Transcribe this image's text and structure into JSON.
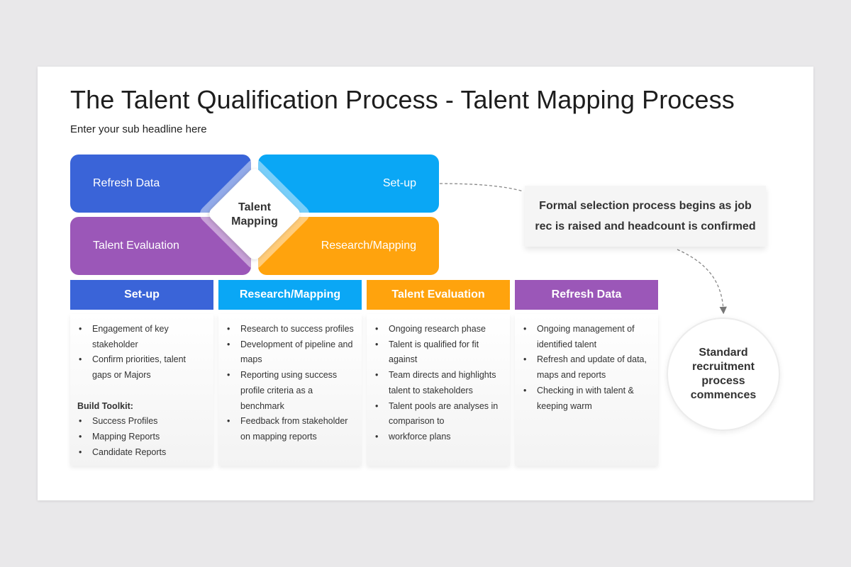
{
  "title": "The Talent Qualification Process - Talent Mapping Process",
  "subtitle": "Enter your sub headline here",
  "quadrants": {
    "refresh": "Refresh Data",
    "setup": "Set-up",
    "evaluation": "Talent Evaluation",
    "research": "Research/Mapping"
  },
  "center_label": [
    "Talent",
    "Mapping"
  ],
  "callout_lines": [
    "Formal selection process begins as job",
    "rec is raised and headcount is confirmed"
  ],
  "circle_lines": [
    "Standard",
    "recruitment",
    "process",
    "commences"
  ],
  "columns": [
    {
      "header": "Set-up",
      "color": "#3a64d8",
      "lines": [
        "Engagement of key",
        "stakeholder",
        "Confirm priorities, talent",
        "gaps or Majors"
      ],
      "toolkit_label": "Build Toolkit:",
      "toolkit_items": [
        "Success Profiles",
        "Mapping Reports",
        "Candidate Reports"
      ]
    },
    {
      "header": "Research/Mapping",
      "color": "#0aa7f5",
      "lines": [
        "Research to success profiles",
        "Development of pipeline and",
        "maps",
        "Reporting using success",
        "profile criteria as a",
        "benchmark",
        "Feedback from stakeholder",
        "on mapping reports"
      ]
    },
    {
      "header": "Talent Evaluation",
      "color": "#ffa30d",
      "lines": [
        "Ongoing research phase",
        "Talent is qualified for fit",
        "against",
        "Team directs and highlights",
        "talent to stakeholders",
        "Talent pools are analyses in",
        "comparison to",
        "workforce plans"
      ]
    },
    {
      "header": "Refresh Data",
      "color": "#9b57b8",
      "lines": [
        "Ongoing management of",
        "identified talent",
        "Refresh and update of data,",
        "maps and reports",
        "Checking in with talent &",
        "keeping warm"
      ]
    }
  ],
  "colors": {
    "blue": "#3a64d8",
    "sky": "#0aa7f5",
    "orange": "#ffa30d",
    "purple": "#9b57b8"
  }
}
